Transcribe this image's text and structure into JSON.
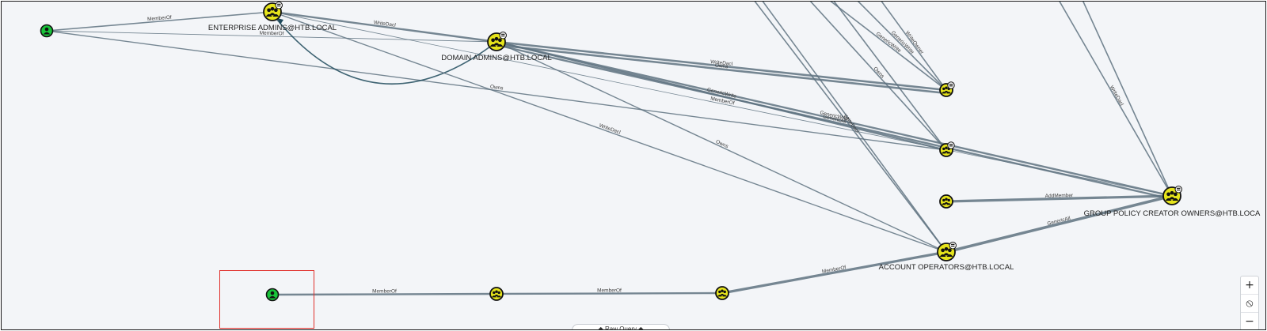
{
  "nodes": [
    {
      "id": "u1",
      "type": "user",
      "label": "",
      "highlighted": false
    },
    {
      "id": "ea",
      "type": "group",
      "label": "ENTERPRISE ADMINS@HTB.LOCAL",
      "highlighted": false,
      "badge": true
    },
    {
      "id": "da",
      "type": "group",
      "label": "DOMAIN ADMINS@HTB.LOCAL",
      "highlighted": false,
      "badge": true
    },
    {
      "id": "g1",
      "type": "group",
      "label": "",
      "highlighted": false,
      "badge": true
    },
    {
      "id": "g2",
      "type": "group",
      "label": "",
      "highlighted": false,
      "badge": true
    },
    {
      "id": "g3",
      "type": "group",
      "label": "",
      "highlighted": false,
      "badge": false
    },
    {
      "id": "gp",
      "type": "group",
      "label": "GROUP POLICY CREATOR OWNERS@HTB.LOCA",
      "highlighted": false,
      "badge": true
    },
    {
      "id": "ao",
      "type": "group",
      "label": "ACCOUNT OPERATORS@HTB.LOCAL",
      "highlighted": false,
      "badge": true
    },
    {
      "id": "u2",
      "type": "user",
      "label": "",
      "highlighted": true
    },
    {
      "id": "m1",
      "type": "group",
      "label": "",
      "highlighted": false,
      "badge": false
    },
    {
      "id": "m2",
      "type": "group",
      "label": "",
      "highlighted": false,
      "badge": false
    }
  ],
  "edges": [
    {
      "from": "u1",
      "to": "ea",
      "label": "MemberOf"
    },
    {
      "from": "u1",
      "to": "da",
      "label": "MemberOf"
    },
    {
      "from": "u1",
      "to": "g2",
      "label": "Owns"
    },
    {
      "from": "ea",
      "to": "da",
      "label": "WriteDacl"
    },
    {
      "from": "da",
      "to": "ea",
      "label": ""
    },
    {
      "from": "da",
      "to": "g1",
      "label": "WriteDacl"
    },
    {
      "from": "da",
      "to": "g1",
      "label": "Owns"
    },
    {
      "from": "da",
      "to": "g2",
      "label": "GenericWrite"
    },
    {
      "from": "da",
      "to": "gp",
      "label": "GenericWrite"
    },
    {
      "from": "da",
      "to": "gp",
      "label": "GenericAll"
    },
    {
      "from": "ea",
      "to": "gp",
      "label": "MemberOf"
    },
    {
      "from": "ea",
      "to": "ao",
      "label": "WriteDacl"
    },
    {
      "from": "da",
      "to": "ao",
      "label": "Owns"
    },
    {
      "from": "g3",
      "to": "gp",
      "label": "AddMember"
    },
    {
      "from": "ao",
      "to": "gp",
      "label": "GenericAll"
    },
    {
      "from": "u2",
      "to": "m1",
      "label": "MemberOf"
    },
    {
      "from": "m1",
      "to": "m2",
      "label": "MemberOf"
    },
    {
      "from": "m2",
      "to": "ao",
      "label": "MemberOf"
    },
    {
      "from": "top1",
      "to": "g1",
      "label": "GenericWrite"
    },
    {
      "from": "top2",
      "to": "g1",
      "label": "GenericWrite"
    },
    {
      "from": "top3",
      "to": "ao",
      "label": "WriteDacl"
    },
    {
      "from": "top4",
      "to": "g2",
      "label": "Owns"
    },
    {
      "from": "top5",
      "to": "g1",
      "label": "WriteOwner"
    },
    {
      "from": "top6",
      "to": "gp",
      "label": "WriteDacl"
    },
    {
      "from": "top7",
      "to": "gp",
      "label": ""
    },
    {
      "from": "top8",
      "to": "ao",
      "label": ""
    },
    {
      "from": "top9",
      "to": "g2",
      "label": ""
    }
  ],
  "controls": {
    "zoom_in": "+",
    "reset": "⦸",
    "zoom_out": "−",
    "raw_query": "◆ Raw Query ◆"
  },
  "colors": {
    "background": "#f3f5f8",
    "edge": "#5e7280",
    "group_fill": "#e6e41c",
    "user_fill": "#18c43a",
    "selection": "#e0302c"
  }
}
